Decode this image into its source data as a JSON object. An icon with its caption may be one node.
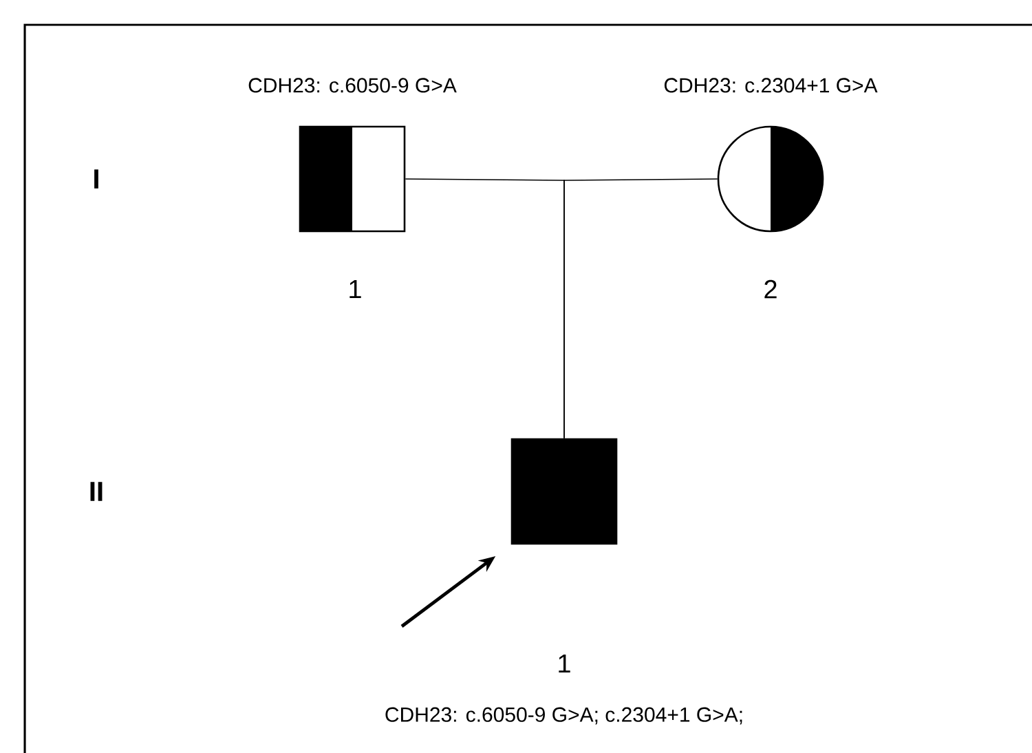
{
  "diagram": {
    "nodes": [
      {
        "text": [],
        "shape": "box"
      },
      {
        "text": [],
        "shape": "circle"
      },
      {
        "text": [],
        "shape": "box"
      }
    ],
    "edges": [
      {
        "from": 0,
        "to": 2,
        "arrow": "none"
      },
      {
        "from": 1,
        "to": 2,
        "arrow": "none"
      },
      {
        "from": null,
        "to": 2,
        "arrow": "to",
        "style": "thick"
      }
    ],
    "labels": [
      "CDH23: c.6050-9 G>A",
      "CDH23: c.2304+1 G>A",
      "I",
      "1",
      "2",
      "II",
      "1",
      "CDH23: c.6050-9 G>A; c.2304+1 G>A;"
    ]
  }
}
